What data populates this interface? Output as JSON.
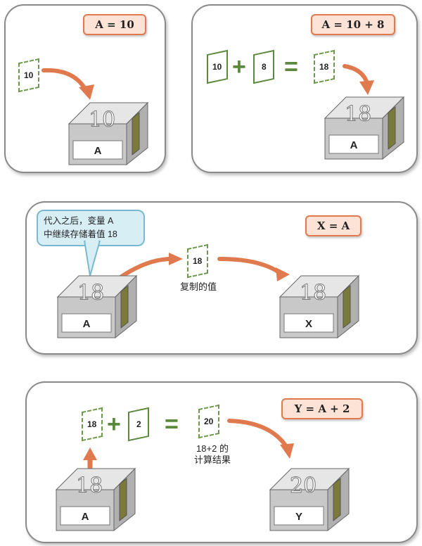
{
  "colors": {
    "arrow": "#e07a4e",
    "card_border": "#5b8a3e",
    "formula_bg": "#fde3d6",
    "bubble_bg": "#d8eef5"
  },
  "panel1": {
    "formula": "A = 10",
    "card": "10",
    "box_number": "10",
    "box_label": "A"
  },
  "panel2": {
    "formula": "A = 10 + 8",
    "card_a": "10",
    "plus": "+",
    "card_b": "8",
    "equals": "=",
    "result_card": "18",
    "box_number": "18",
    "box_label": "A"
  },
  "panel3": {
    "bubble_line1": "代入之后，变量 A",
    "bubble_line2": "中继续存储着值 18",
    "formula": "X = A",
    "card": "18",
    "card_caption": "复制的值",
    "box_a_number": "18",
    "box_a_label": "A",
    "box_x_number": "18",
    "box_x_label": "X"
  },
  "panel4": {
    "formula": "Y = A + 2",
    "card_a": "18",
    "plus": "+",
    "card_b": "2",
    "equals": "=",
    "result_card": "20",
    "result_caption_line1": "18+2 的",
    "result_caption_line2": "计算结果",
    "box_a_number": "18",
    "box_a_label": "A",
    "box_y_number": "20",
    "box_y_label": "Y"
  }
}
